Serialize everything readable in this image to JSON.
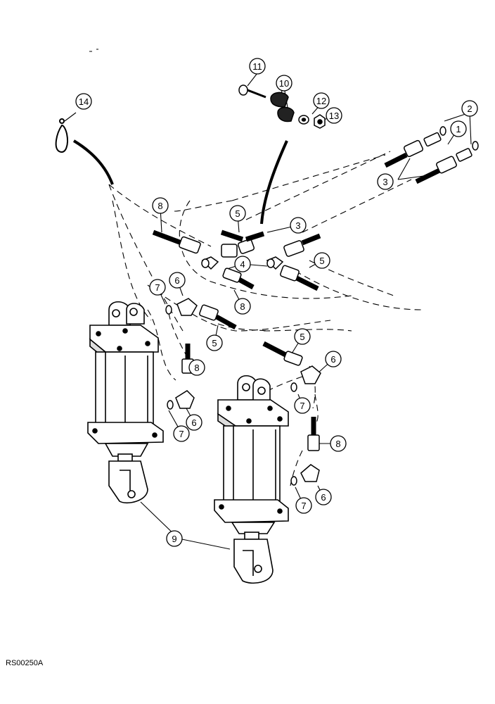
{
  "figure": {
    "reference_code": "RS00250A",
    "callouts": [
      {
        "id": "c14",
        "label": "14"
      },
      {
        "id": "c11",
        "label": "11"
      },
      {
        "id": "c10",
        "label": "10"
      },
      {
        "id": "c12",
        "label": "12"
      },
      {
        "id": "c13",
        "label": "13"
      },
      {
        "id": "c2",
        "label": "2"
      },
      {
        "id": "c1",
        "label": "1"
      },
      {
        "id": "c3a",
        "label": "3"
      },
      {
        "id": "c8a",
        "label": "8"
      },
      {
        "id": "c5a",
        "label": "5"
      },
      {
        "id": "c3b",
        "label": "3"
      },
      {
        "id": "c4",
        "label": "4"
      },
      {
        "id": "c5b",
        "label": "5"
      },
      {
        "id": "c7a",
        "label": "7"
      },
      {
        "id": "c6a",
        "label": "6"
      },
      {
        "id": "c8b",
        "label": "8"
      },
      {
        "id": "c5c",
        "label": "5"
      },
      {
        "id": "c5d",
        "label": "5"
      },
      {
        "id": "c8c",
        "label": "8"
      },
      {
        "id": "c6b",
        "label": "6"
      },
      {
        "id": "c7b",
        "label": "7"
      },
      {
        "id": "c6c",
        "label": "6"
      },
      {
        "id": "c7c",
        "label": "7"
      },
      {
        "id": "c8d",
        "label": "8"
      },
      {
        "id": "c6d",
        "label": "6"
      },
      {
        "id": "c7d",
        "label": "7"
      },
      {
        "id": "c9",
        "label": "9"
      }
    ]
  }
}
